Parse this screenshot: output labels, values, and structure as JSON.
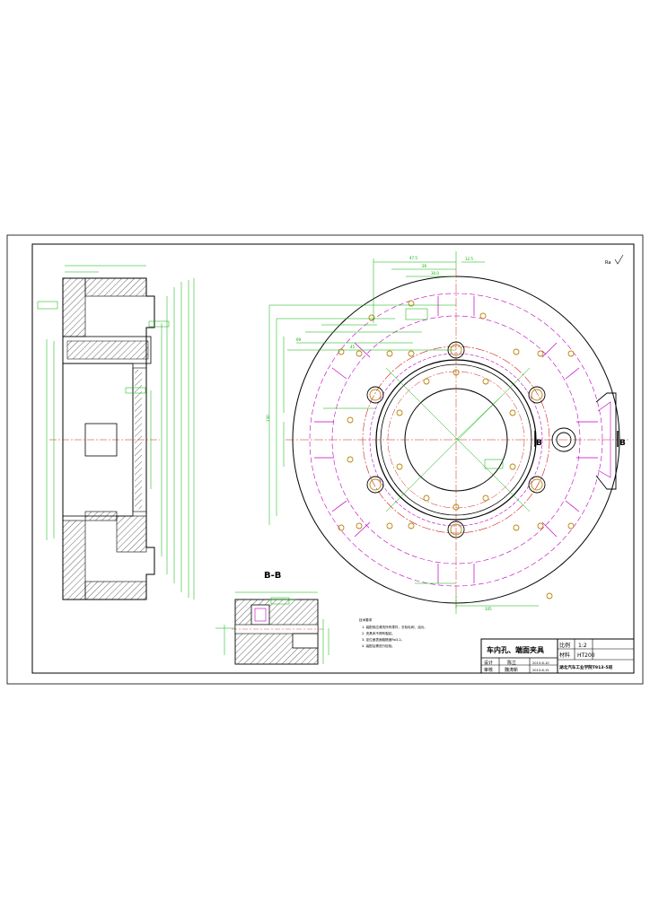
{
  "drawing": {
    "title": "车内孔、端面夹具",
    "scale_label": "比例",
    "scale_value": "1:2",
    "material_label": "材料",
    "material_value": "HT200",
    "designer_label": "设计",
    "designer_name": "陈立",
    "designer_date": "2013-6-10",
    "reviewer_label": "审核",
    "reviewer_name": "魏涛新",
    "reviewer_date": "2013-6-15",
    "school": "湖北汽车工业学院T913-5班",
    "section_title": "B-B",
    "section_mark": "B",
    "surface_finish": "Ra",
    "notes_title": "技术要求",
    "notes": [
      "1. 装配前应清洗所有零件，去除毛刺、油污。",
      "2. 夹具体不得有裂纹。",
      "3. 定位面表面粗糙度Ra3.2。",
      "4. 装配后需进行检验。"
    ]
  },
  "colors": {
    "outline": "#000000",
    "dimension": "#00b000",
    "centerline": "#d02020",
    "hidden": "#c000c0",
    "hole": "#b8860b"
  }
}
